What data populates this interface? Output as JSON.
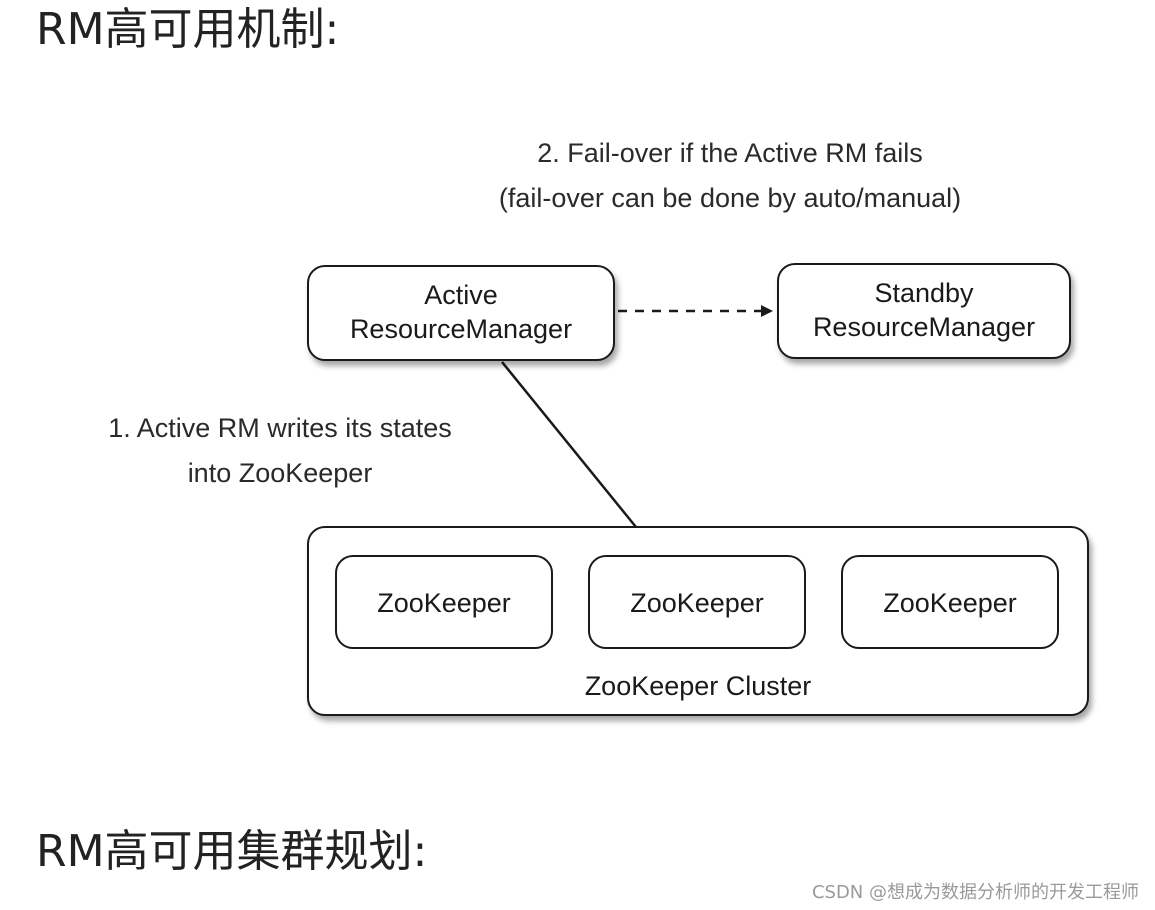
{
  "headings": {
    "ha_mechanism": "RM高可用机制:",
    "cluster_planning": "RM高可用集群规划:"
  },
  "diagram": {
    "failover_caption": {
      "line1": "2. Fail-over if the Active RM fails",
      "line2": "(fail-over can be done by auto/manual)"
    },
    "active_rm": {
      "line1": "Active",
      "line2": "ResourceManager"
    },
    "standby_rm": {
      "line1": "Standby",
      "line2": "ResourceManager"
    },
    "write_caption": {
      "line1": "1. Active RM writes its states",
      "line2": "into ZooKeeper"
    },
    "zookeeper_nodes": [
      "ZooKeeper",
      "ZooKeeper",
      "ZooKeeper"
    ],
    "cluster_label": "ZooKeeper Cluster"
  },
  "watermark": "CSDN @想成为数据分析师的开发工程师"
}
